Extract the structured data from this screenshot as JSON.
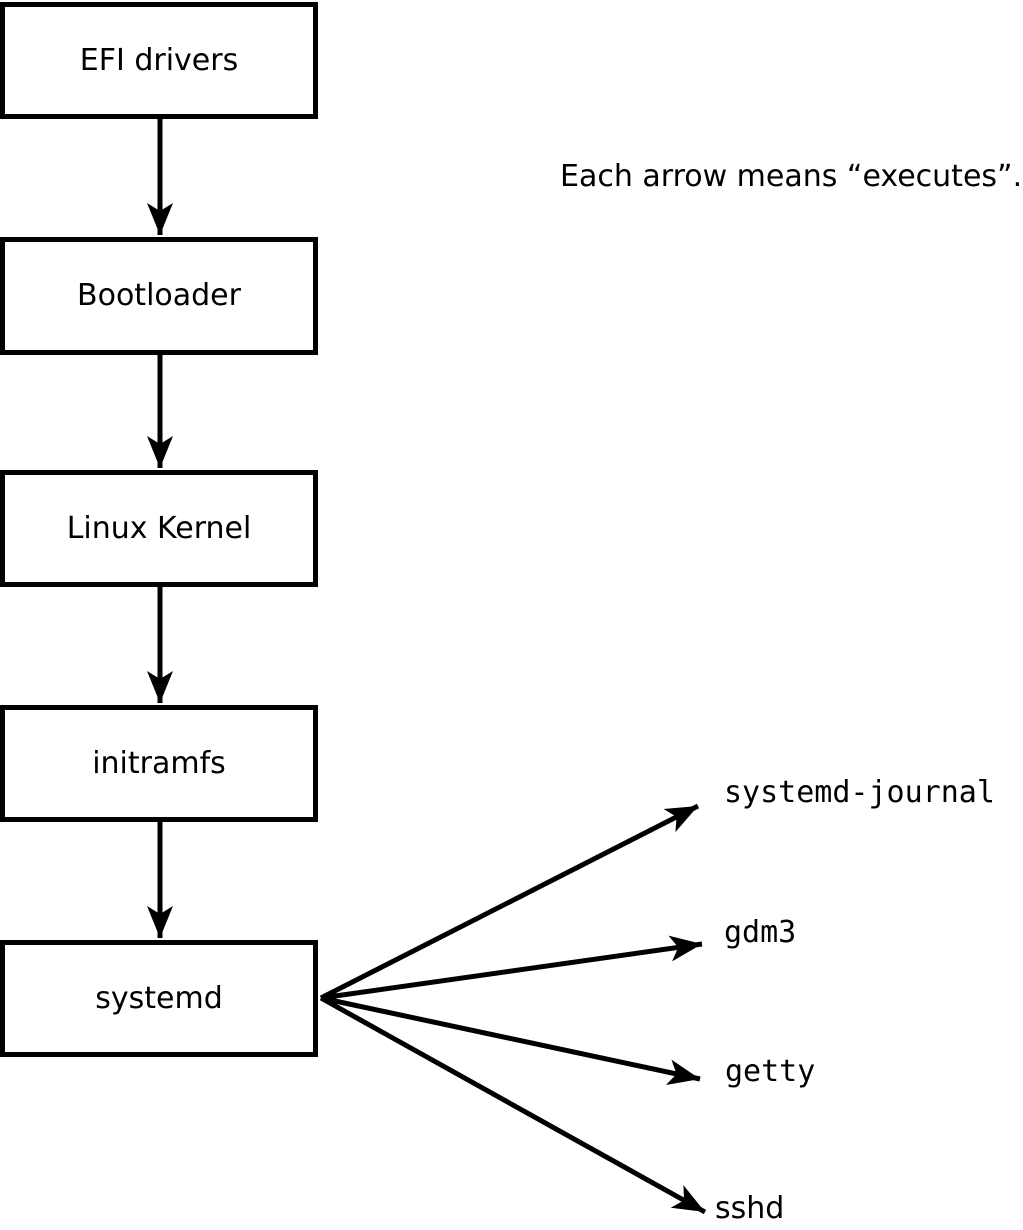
{
  "annotation": {
    "text": "Each arrow means “executes”."
  },
  "flow": {
    "boxes": [
      {
        "label": "EFI drivers"
      },
      {
        "label": "Bootloader"
      },
      {
        "label": "Linux Kernel"
      },
      {
        "label": "initramfs"
      },
      {
        "label": "systemd"
      }
    ],
    "edges": [
      {
        "from": "EFI drivers",
        "to": "Bootloader",
        "meaning": "executes"
      },
      {
        "from": "Bootloader",
        "to": "Linux Kernel",
        "meaning": "executes"
      },
      {
        "from": "Linux Kernel",
        "to": "initramfs",
        "meaning": "executes"
      },
      {
        "from": "initramfs",
        "to": "systemd",
        "meaning": "executes"
      },
      {
        "from": "systemd",
        "to": "systemd-journal",
        "meaning": "executes"
      },
      {
        "from": "systemd",
        "to": "gdm3",
        "meaning": "executes"
      },
      {
        "from": "systemd",
        "to": "getty",
        "meaning": "executes"
      },
      {
        "from": "systemd",
        "to": "sshd",
        "meaning": "executes"
      }
    ]
  },
  "spawned": [
    {
      "label": "systemd-journal"
    },
    {
      "label": "gdm3"
    },
    {
      "label": "getty"
    },
    {
      "label": "sshd"
    }
  ],
  "colors": {
    "line": "#000000",
    "box_border": "#000000",
    "box_fill": "#ffffff",
    "background": "#ffffff",
    "text": "#000000"
  }
}
